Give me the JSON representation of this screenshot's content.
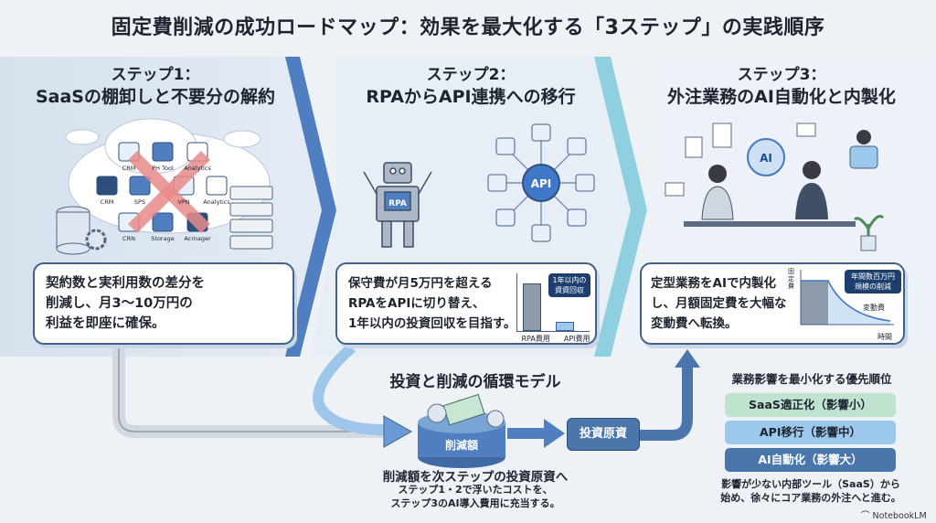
{
  "title": "固定費削減の成功ロードマップ：効果を最大化する「3ステップ」の実践順序",
  "steps": [
    {
      "label": "ステップ1：",
      "title": "SaaSの棚卸しと不要分の解約",
      "desc": [
        "契約数と実利用数の差分を",
        "削減し、月3〜10万円の",
        "利益を即座に確保。"
      ],
      "apps": [
        "CRM",
        "PH Tool",
        "Analytics",
        "CRM",
        "SPS",
        "VPN",
        "Analytics",
        "CRN",
        "Storage",
        "Acrnager"
      ]
    },
    {
      "label": "ステップ2：",
      "title": "RPAからAPI連携への移行",
      "desc": [
        "保守費が月5万円を超える",
        "RPAをAPIに切り替え、",
        "1年以内の投資回収を目指す。"
      ],
      "robot": "RPA",
      "hub": "API",
      "chart": {
        "callout": [
          "1年以内の",
          "資資回収"
        ],
        "bars": [
          "RPA費用",
          "API費用"
        ]
      }
    },
    {
      "label": "ステップ3：",
      "title": "外注業務のAI自動化と内製化",
      "desc": [
        "定型業務をAIで内製化",
        "し、月額固定費を大幅な",
        "変動費へ転換。"
      ],
      "ai": "AI",
      "chart": {
        "ylabel": "固定費",
        "callout": [
          "年間数百万円",
          "規模の削減"
        ],
        "curve_label": "変動費",
        "xlabel": "時間"
      }
    }
  ],
  "cycle": {
    "title": "投資と削減の循環モデル",
    "pool": "削減額",
    "target": "投資原資",
    "caption": "削減額を次ステップの投資原資へ",
    "sub": [
      "ステップ1・2で浮いたコストを、",
      "ステップ3のAI導入費用に充当する。"
    ]
  },
  "priority": {
    "title": "業務影響を最小化する優先順位",
    "items": [
      {
        "label": "SaaS適正化（影響小）",
        "color": "#bfe3cf"
      },
      {
        "label": "API移行（影響中）",
        "color": "#9cc8ec"
      },
      {
        "label": "AI自動化（影響大）",
        "color": "#4a76ab"
      }
    ],
    "note": [
      "影響が少ない内部ツール（SaaS）から",
      "始め、徐々にコア業務の外注へと進む。"
    ]
  },
  "brand": "NotebookLM"
}
